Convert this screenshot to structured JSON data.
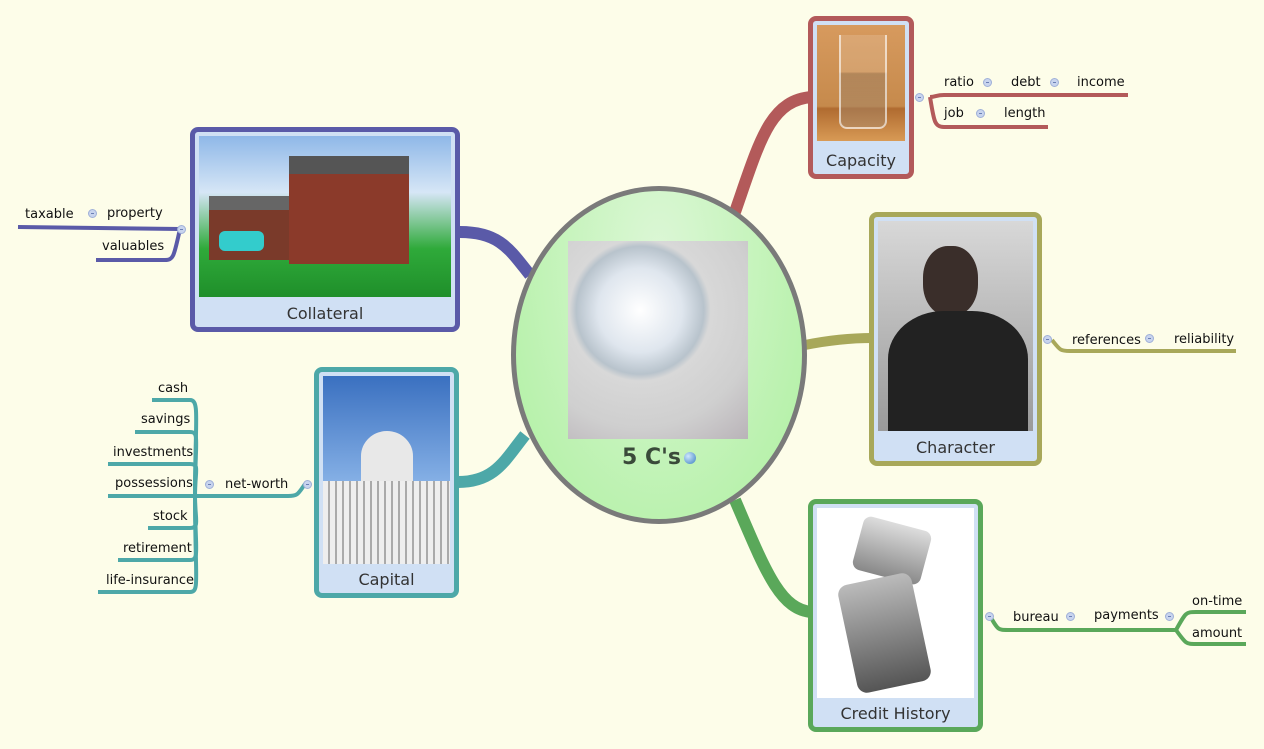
{
  "central": {
    "title": "5 C's",
    "image": "diamond",
    "icon": "globe-icon"
  },
  "branches": [
    {
      "id": "capacity",
      "label": "Capacity",
      "image": "water-glass",
      "color": "#b35a5a",
      "children": [
        {
          "label": "ratio",
          "children": [
            {
              "label": "debt",
              "children": [
                {
                  "label": "income"
                }
              ]
            }
          ]
        },
        {
          "label": "job",
          "children": [
            {
              "label": "length"
            }
          ]
        }
      ]
    },
    {
      "id": "collateral",
      "label": "Collateral",
      "image": "house-cutaway",
      "color": "#5a5aa8",
      "children": [
        {
          "label": "property",
          "children": [
            {
              "label": "taxable"
            }
          ]
        },
        {
          "label": "valuables"
        }
      ]
    },
    {
      "id": "character",
      "label": "Character",
      "image": "speaker-portrait",
      "color": "#a8a85a",
      "children": [
        {
          "label": "references",
          "children": [
            {
              "label": "reliability"
            }
          ]
        }
      ]
    },
    {
      "id": "capital",
      "label": "Capital",
      "image": "capitol-building",
      "color": "#4da8a8",
      "children": [
        {
          "label": "net-worth",
          "children": [
            {
              "label": "cash"
            },
            {
              "label": "savings"
            },
            {
              "label": "investments"
            },
            {
              "label": "possessions"
            },
            {
              "label": "stock"
            },
            {
              "label": "retirement"
            },
            {
              "label": "life-insurance"
            }
          ]
        }
      ]
    },
    {
      "id": "credit-history",
      "label": "Credit History",
      "image": "flip-phone",
      "color": "#5aa85a",
      "children": [
        {
          "label": "bureau",
          "children": [
            {
              "label": "payments",
              "children": [
                {
                  "label": "on-time"
                },
                {
                  "label": "amount"
                }
              ]
            }
          ]
        }
      ]
    }
  ]
}
